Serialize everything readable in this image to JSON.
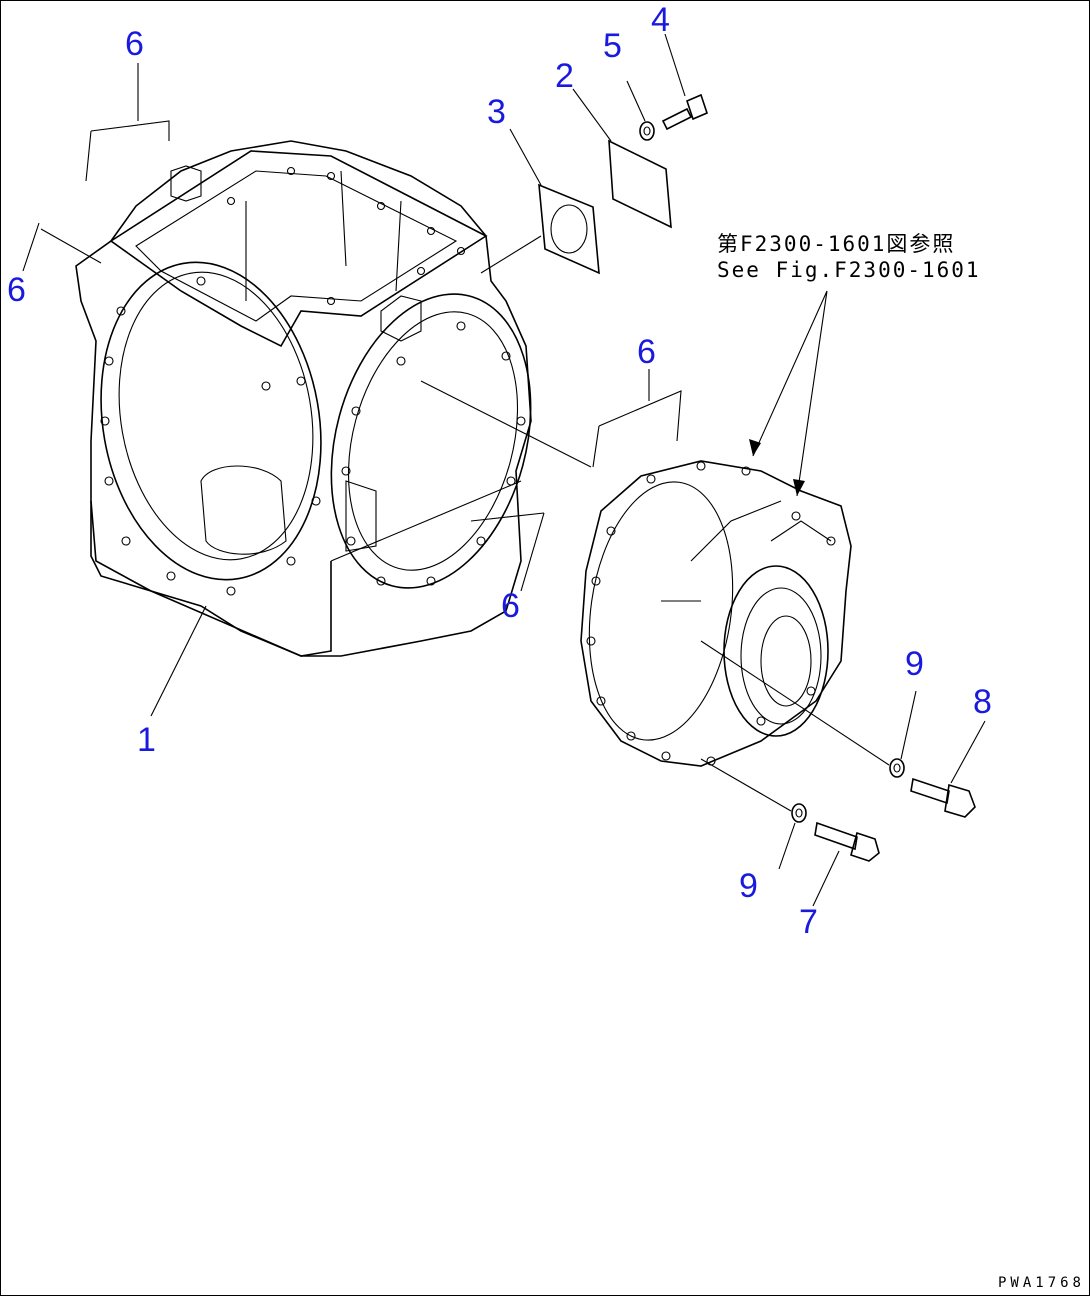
{
  "diagram": {
    "callouts": [
      {
        "id": "c6a",
        "text": "6"
      },
      {
        "id": "c6b",
        "text": "6"
      },
      {
        "id": "c6c",
        "text": "6"
      },
      {
        "id": "c6d",
        "text": "6"
      },
      {
        "id": "c1",
        "text": "1"
      },
      {
        "id": "c2",
        "text": "2"
      },
      {
        "id": "c3",
        "text": "3"
      },
      {
        "id": "c4",
        "text": "4"
      },
      {
        "id": "c5",
        "text": "5"
      },
      {
        "id": "c9a",
        "text": "9"
      },
      {
        "id": "c9b",
        "text": "9"
      },
      {
        "id": "c8",
        "text": "8"
      },
      {
        "id": "c7",
        "text": "7"
      }
    ],
    "reference_note": {
      "line1": "第F2300-1601図参照",
      "line2": "See Fig.F2300-1601"
    },
    "drawing_id": "PWA1768",
    "callout_color": "#1a1adf",
    "line_color": "#000000"
  }
}
